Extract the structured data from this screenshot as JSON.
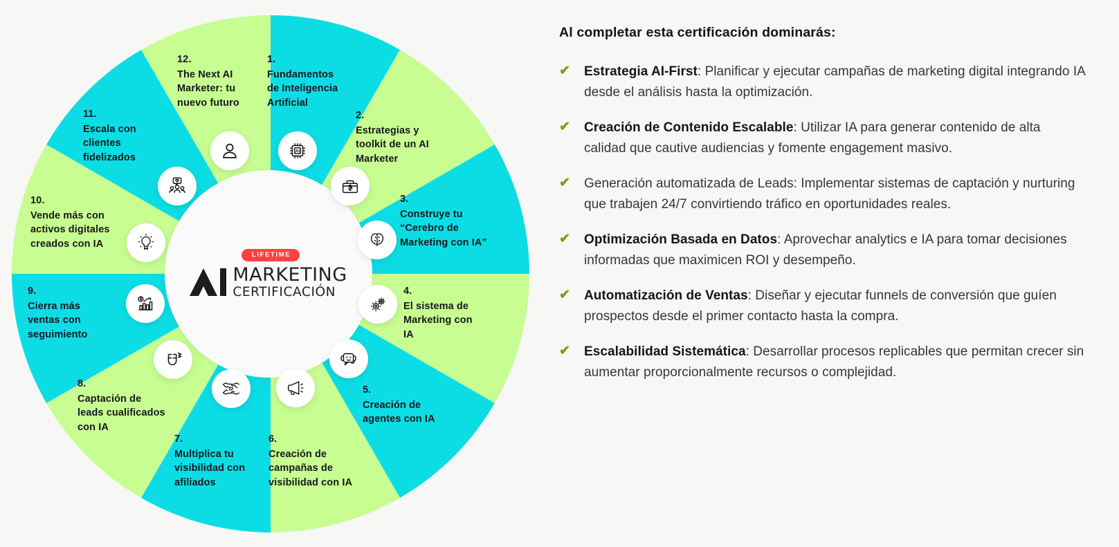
{
  "wheel": {
    "brand": {
      "badge": "LIFETIME",
      "logo_mark": "AI",
      "logo_line1": "MARKETING",
      "logo_line2": "CERTIFICACIÓN"
    },
    "colors": {
      "cyan": "#0CDDE5",
      "green": "#C7FD91",
      "background": "#F7F7F5",
      "hub": "#FAFAFA",
      "badge_red": "#FF4040",
      "text": "#17171B"
    },
    "segments": [
      {
        "num": "1.",
        "title": "Fundamentos\nde Inteligencia\nArtificial",
        "color": "cyan",
        "icon": "ai-chip-icon"
      },
      {
        "num": "2.",
        "title": "Estrategias y\ntoolkit de un AI\nMarketer",
        "color": "green",
        "icon": "toolbox-icon"
      },
      {
        "num": "3.",
        "title": "Construye tu\n“Cerebro de\nMarketing con IA”",
        "color": "cyan",
        "icon": "brain-icon"
      },
      {
        "num": "4.",
        "title": "El sistema de\nMarketing con\nIA",
        "color": "green",
        "icon": "gears-icon"
      },
      {
        "num": "5.",
        "title": "Creación de\nagentes con IA",
        "color": "cyan",
        "icon": "chatbot-icon"
      },
      {
        "num": "6.",
        "title": "Creación de\ncampañas de\nvisibilidad con IA",
        "color": "green",
        "icon": "megaphone-icon"
      },
      {
        "num": "7.",
        "title": "Multiplica tu\nvisibilidad con\nafiliados",
        "color": "cyan",
        "icon": "handshake-money-icon"
      },
      {
        "num": "8.",
        "title": "Captación de\nleads cualificados\ncon IA",
        "color": "green",
        "icon": "magnet-icon"
      },
      {
        "num": "9.",
        "title": "Cierra más\nventas con\nseguimiento",
        "color": "cyan",
        "icon": "money-growth-chart-icon"
      },
      {
        "num": "10.",
        "title": "Vende más con\nactivos digitales\ncreados con IA",
        "color": "green",
        "icon": "lightbulb-icon"
      },
      {
        "num": "11.",
        "title": "Escala con\nclientes\nfidelizados",
        "color": "cyan",
        "icon": "loyal-customers-icon"
      },
      {
        "num": "12.",
        "title": "The Next AI\nMarketer: tu\nnuevo futuro",
        "color": "green",
        "icon": "user-icon"
      }
    ]
  },
  "panel": {
    "title": "Al completar esta certificación dominarás:",
    "check_glyph": "✔",
    "benefits": [
      {
        "lead": "Estrategia AI-First",
        "rest": ": Planificar y ejecutar campañas de marketing digital integrando IA desde el análisis hasta la optimización."
      },
      {
        "lead": "Creación de Contenido Escalable",
        "rest": ": Utilizar IA para generar contenido de alta calidad que cautive audiencias y fomente engagement masivo."
      },
      {
        "lead": "",
        "rest": "Generación automatizada de Leads: Implementar sistemas de captación y nurturing que trabajen 24/7 convirtiendo tráfico en oportunidades reales."
      },
      {
        "lead": "Optimización Basada en Datos",
        "rest": ": Aprovechar analytics e IA para tomar decisiones informadas que maximicen ROI y desempeño."
      },
      {
        "lead": "Automatización de Ventas",
        "rest": ": Diseñar y ejecutar funnels de conversión que guíen prospectos desde el primer contacto hasta la compra."
      },
      {
        "lead": "Escalabilidad Sistemática",
        "rest": ": Desarrollar procesos replicables que permitan crecer sin aumentar proporcionalmente recursos o complejidad."
      }
    ]
  }
}
